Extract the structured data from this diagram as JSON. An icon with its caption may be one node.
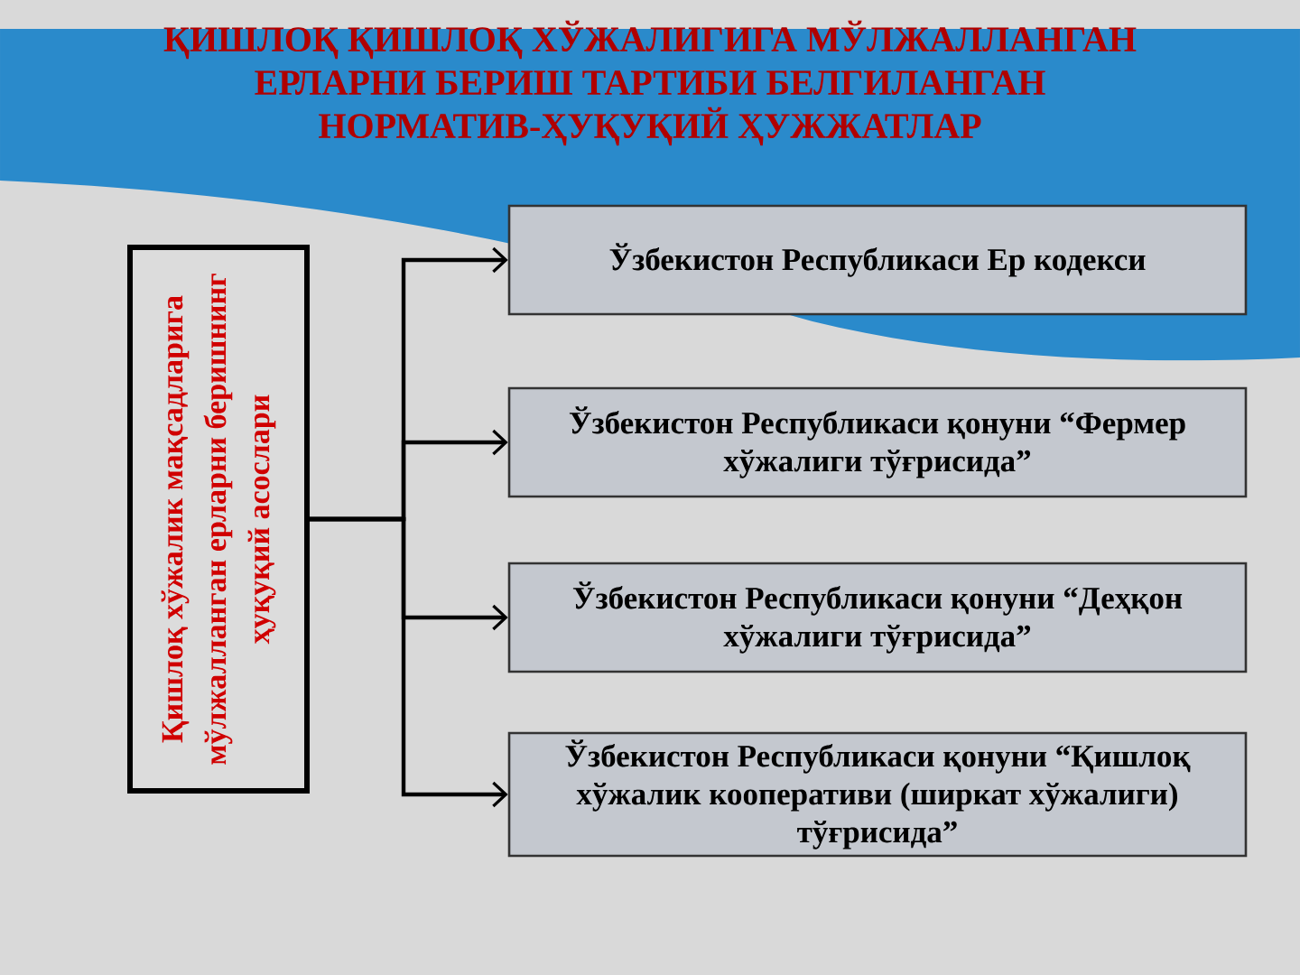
{
  "diagram": {
    "title": "ҚИШЛОҚ ҚИШЛОҚ ХЎЖАЛИГИГА МЎЛЖАЛЛАНГАН ЕРЛАРНИ БЕРИШ ТАРТИБИ БЕЛГИЛАНГАН НОРМАТИВ-ҲУҚУҚИЙ ҲУЖЖАТЛАР",
    "nodes": [
      {
        "text": [
          "Қишлоқ хўжалик мақсадларига мўлжалланган ерларни беришнинг ҳуқуқий асослари"
        ]
      },
      {
        "text": [
          "Ўзбекистон Республикаси Ер кодекси"
        ]
      },
      {
        "text": [
          "Ўзбекистон Республикаси қонуни “Фермер хўжалиги тўғрисида”"
        ]
      },
      {
        "text": [
          "Ўзбекистон Республикаси қонуни “Деҳқон хўжалиги тўғрисида”"
        ]
      },
      {
        "text": [
          "Ўзбекистон Республикаси қонуни “Қишлоқ хўжалик кооперативи (ширкат хўжалиги) тўғрисида”"
        ]
      }
    ],
    "edges": [
      {
        "from": 0,
        "to": 1,
        "arrow": "to"
      },
      {
        "from": 0,
        "to": 2,
        "arrow": "to"
      },
      {
        "from": 0,
        "to": 3,
        "arrow": "to"
      },
      {
        "from": 0,
        "to": 4,
        "arrow": "to"
      }
    ]
  }
}
